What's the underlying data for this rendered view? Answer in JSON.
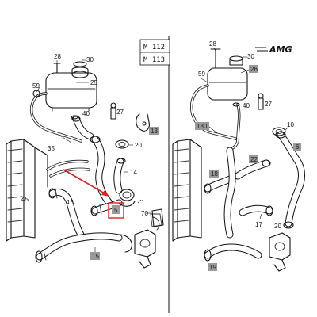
{
  "models": {
    "line1": "M 112",
    "line2": "M 113",
    "brand": "AMG"
  },
  "callouts_left": {
    "n28": "28",
    "n30": "30",
    "n25": "25",
    "n59": "59",
    "n27": "27",
    "n40": "40",
    "n13": "13",
    "n20": "20",
    "n35": "35",
    "n14": "14",
    "n16": "16",
    "n45": "45",
    "n1": "1",
    "n5": "5",
    "n70": "70",
    "n15": "15"
  },
  "callouts_right": {
    "n28": "28",
    "n30": "30",
    "n59": "59",
    "n26": "26",
    "n27": "27",
    "n40": "40",
    "n180": "180",
    "n10": "10",
    "n6": "6",
    "n18": "18",
    "n22": "22",
    "n17": "17",
    "n20": "20",
    "n19": "19"
  },
  "colors": {
    "highlight": "#e02020",
    "label_box": "#9a9a9a"
  }
}
